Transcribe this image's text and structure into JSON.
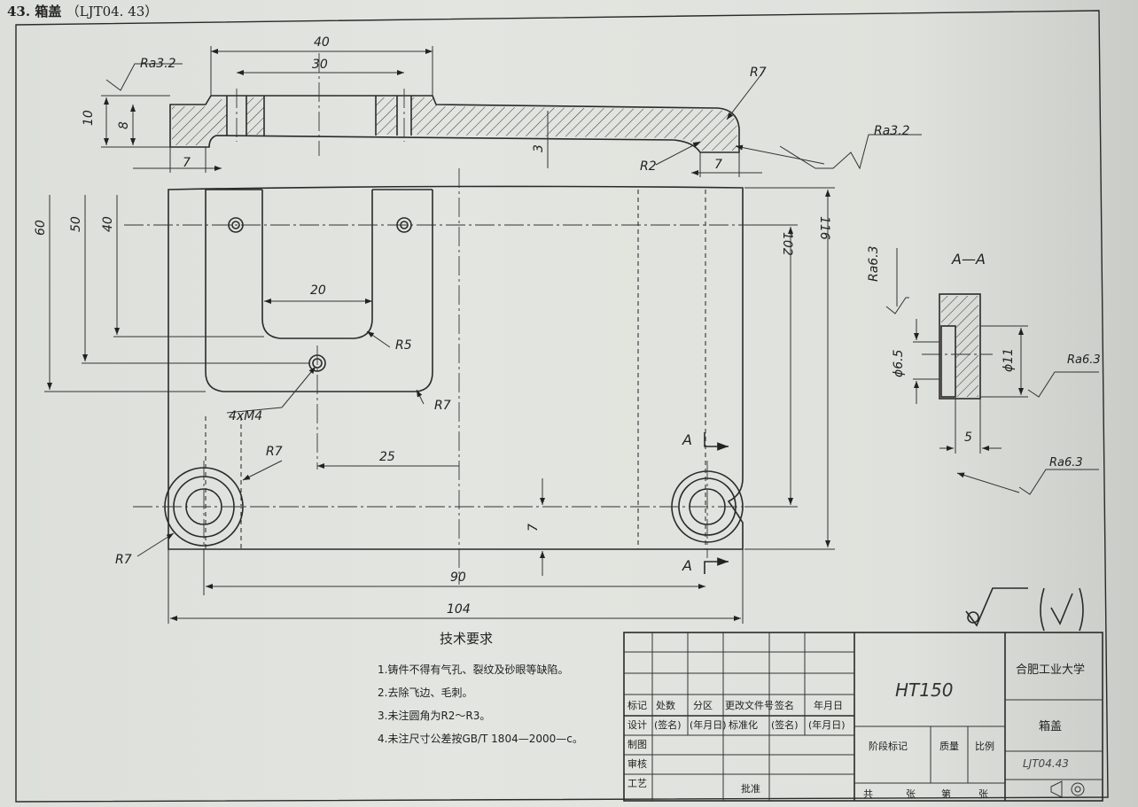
{
  "header": {
    "number": "43.",
    "title": "箱盖",
    "code": "（LJT04. 43）"
  },
  "dimensions": {
    "d40": "40",
    "d30": "30",
    "d10": "10",
    "d8": "8",
    "d3": "3",
    "d7a": "7",
    "d7b": "7",
    "r7top": "R7",
    "r2": "R2",
    "d60": "60",
    "d50": "50",
    "d40v": "40",
    "d20": "20",
    "r5": "R5",
    "r7mid": "R7",
    "m4": "4xM4",
    "d25": "25",
    "r7left": "R7",
    "r7bot": "R7",
    "d7c": "7",
    "d90": "90",
    "d104": "104",
    "d102": "102",
    "d116": "116",
    "secA1": "A",
    "secA2": "A",
    "ra32a": "Ra3.2",
    "ra32b": "Ra3.2",
    "sectionTitle": "A—A",
    "ra63a": "Ra6.3",
    "phi65": "ϕ6.5",
    "phi11": "ϕ11",
    "ra63b": "Ra6.3",
    "d5": "5",
    "ra63c": "Ra6.3"
  },
  "requirements": {
    "title": "技术要求",
    "items": [
      "1.铸件不得有气孔、裂纹及砂眼等缺陷。",
      "2.去除飞边、毛刺。",
      "3.未注圆角为R2～R3。",
      "4.未注尺寸公差按GB/T 1804—2000—c。"
    ]
  },
  "titleblock": {
    "material": "HT150",
    "school": "合肥工业大学",
    "part": "箱盖",
    "code": "LJT04.43",
    "headers": [
      "标记",
      "处数",
      "分区",
      "更改文件号",
      "签名",
      "年月日"
    ],
    "design": "设计",
    "sign1": "(签名)",
    "date1": "(年月日)",
    "std": "标准化",
    "sign2": "(签名)",
    "date2": "(年月日)",
    "stage": "阶段标记",
    "mass": "质量",
    "scale": "比例",
    "draw": "制图",
    "check": "审核",
    "craft": "工艺",
    "approve": "批准",
    "total": "共",
    "zhang1": "张",
    "di": "第",
    "zhang2": "张"
  }
}
